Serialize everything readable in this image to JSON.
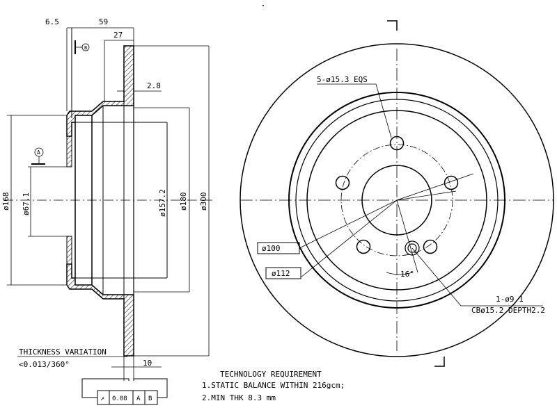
{
  "side_view": {
    "dims": {
      "d65": "6.5",
      "d59": "59",
      "d27": "27",
      "d28": "2.8",
      "d10": "10",
      "dia168": "ø168",
      "dia671": "ø67.1",
      "dia1572": "ø157.2",
      "dia180": "ø180",
      "dia300": "ø300"
    },
    "datum_a": "A",
    "datum_b": "B"
  },
  "front_view": {
    "holes_label": "5-ø15.3 EQS",
    "dia100": "ø100",
    "dia112": "ø112",
    "angle": "16°",
    "small_hole": "1-ø9.1",
    "counterbore": "CBø15.2 DEPTH2.2"
  },
  "thickness": {
    "title": "THICKNESS VARIATION",
    "value": "<0.013/360°"
  },
  "tolerance_frame": {
    "symbol": "↗",
    "value": "0.08",
    "ref1": "A",
    "ref2": "B"
  },
  "requirements": {
    "title": "TECHNOLOGY REQUIREMENT",
    "item1": "1.STATIC BALANCE WITHIN 216gcm;",
    "item2": "2.MIN THK 8.3 mm"
  }
}
